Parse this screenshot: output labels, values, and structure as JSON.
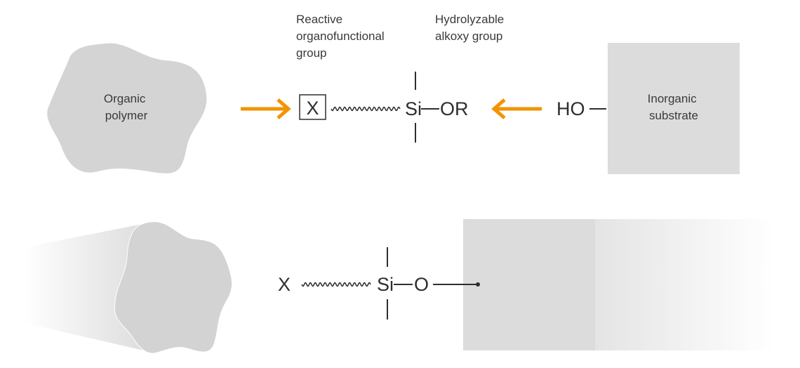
{
  "colors": {
    "arrow": "#f29400",
    "shape_fill": "#d4d4d4",
    "substrate_fill": "#dcdcdc",
    "text": "#333333"
  },
  "top": {
    "organic_polymer": [
      "Organic",
      "polymer"
    ],
    "inorganic_substrate": [
      "Inorganic",
      "substrate"
    ],
    "reactive_group_label": [
      "Reactive",
      "organofunctional",
      "group"
    ],
    "alkoxy_group_label": [
      "Hydrolyzable",
      "alkoxy group"
    ],
    "x_group": "X",
    "silicon": "Si",
    "or_group": "OR",
    "ho_group": "HO"
  },
  "bottom": {
    "x_group": "X",
    "silicon": "Si",
    "oxygen": "O"
  }
}
